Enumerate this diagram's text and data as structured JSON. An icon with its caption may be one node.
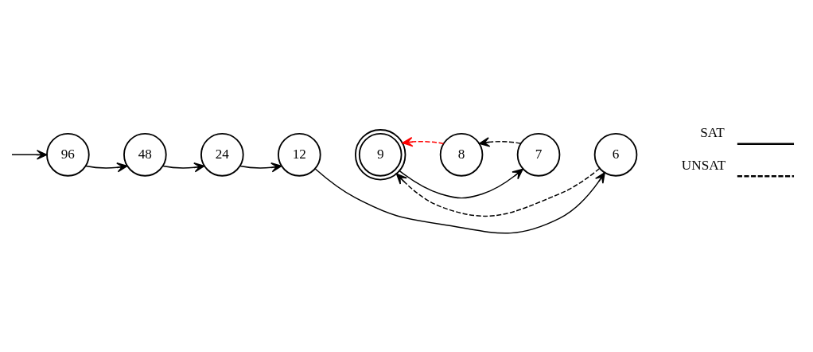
{
  "diagram": {
    "nodes": [
      {
        "text": [
          "96"
        ]
      },
      {
        "text": [
          "48"
        ]
      },
      {
        "text": [
          "24"
        ]
      },
      {
        "text": [
          "12"
        ]
      },
      {
        "text": [
          "9"
        ]
      },
      {
        "text": [
          "8"
        ]
      },
      {
        "text": [
          "7"
        ]
      },
      {
        "text": [
          "6"
        ]
      }
    ],
    "edges": [
      {
        "from": null,
        "to": 0,
        "arrow": "to"
      },
      {
        "from": 0,
        "to": 1,
        "arrow": "to"
      },
      {
        "from": 1,
        "to": 2,
        "arrow": "to"
      },
      {
        "from": 2,
        "to": 3,
        "arrow": "to"
      },
      {
        "from": 3,
        "to": 7,
        "arrow": "to"
      },
      {
        "from": 4,
        "to": 6,
        "arrow": "to"
      },
      {
        "from": 5,
        "to": 4,
        "arrow": "to",
        "style": "dashed",
        "color": "#ff0000"
      },
      {
        "from": 6,
        "to": 5,
        "arrow": "to",
        "style": "dashed"
      },
      {
        "from": 7,
        "to": 4,
        "arrow": "to",
        "style": "dashed"
      }
    ],
    "legend": [
      {
        "text": "SAT"
      },
      {
        "text": "UNSAT"
      }
    ]
  }
}
